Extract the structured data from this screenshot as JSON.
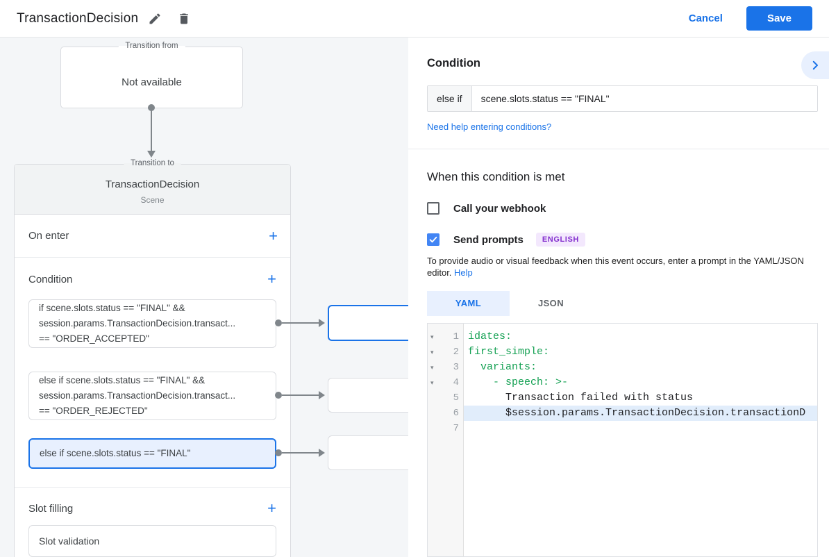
{
  "topbar": {
    "title": "TransactionDecision",
    "cancel_label": "Cancel",
    "save_label": "Save"
  },
  "icons": {
    "plus": "+",
    "fold_arrow": "▾"
  },
  "diagram": {
    "transition_from": {
      "legend": "Transition from",
      "value": "Not available"
    },
    "transition_to": {
      "legend": "Transition to",
      "title": "TransactionDecision",
      "subtitle": "Scene"
    },
    "on_enter_label": "On enter",
    "condition_label": "Condition",
    "slot_filling_label": "Slot filling",
    "slot_validation_label": "Slot validation",
    "conditions": [
      {
        "lines": [
          "if scene.slots.status == \"FINAL\" &&",
          "session.params.TransactionDecision.transact...",
          "== \"ORDER_ACCEPTED\""
        ]
      },
      {
        "lines": [
          "else if scene.slots.status == \"FINAL\" &&",
          "session.params.TransactionDecision.transact...",
          "== \"ORDER_REJECTED\""
        ]
      },
      {
        "lines": [
          "else if scene.slots.status == \"FINAL\""
        ],
        "selected": true
      }
    ]
  },
  "panel": {
    "condition_title": "Condition",
    "condition_prefix": "else if",
    "condition_value": "scene.slots.status == \"FINAL\"",
    "help_link": "Need help entering conditions?",
    "when_title": "When this condition is met",
    "webhook_label": "Call your webhook",
    "prompts_label": "Send prompts",
    "language_badge": "ENGLISH",
    "description": "To provide audio or visual feedback when this event occurs, enter a prompt in the YAML/JSON editor.",
    "description_help_link": "Help",
    "tabs": [
      {
        "label": "YAML",
        "selected": true
      },
      {
        "label": "JSON",
        "selected": false
      }
    ],
    "editor": {
      "lines": [
        {
          "n": 1,
          "text": "idates:"
        },
        {
          "n": 2,
          "text": "first_simple:"
        },
        {
          "n": 3,
          "text": "  variants:"
        },
        {
          "n": 4,
          "text": "    - speech: >-"
        },
        {
          "n": 5,
          "text": "      Transaction failed with status"
        },
        {
          "n": 6,
          "text": "      $session.params.TransactionDecision.transactionD"
        },
        {
          "n": 7,
          "text": ""
        }
      ]
    }
  },
  "colors": {
    "accent_blue": "#1a73e8",
    "selected_bg": "#e8f0fe",
    "yaml_key_green": "#13a052",
    "badge_bg": "#f3e8fd",
    "badge_text": "#8430ce",
    "connector_gray": "#80868b"
  }
}
